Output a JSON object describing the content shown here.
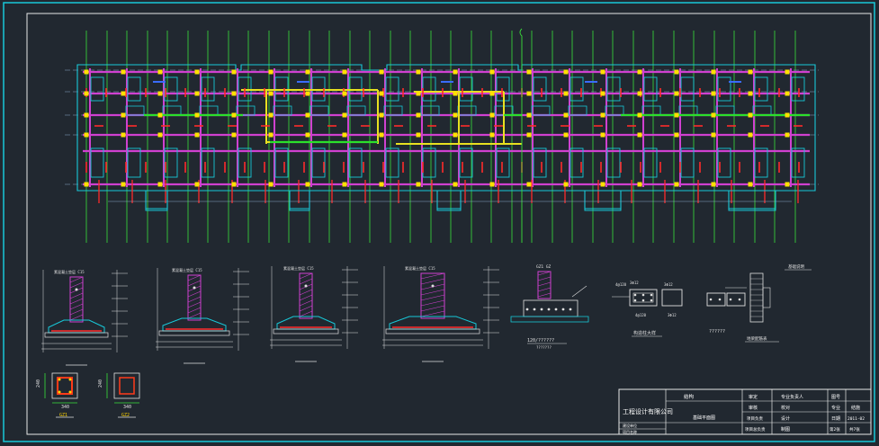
{
  "drawing": {
    "title_block": {
      "company": "工程设计有限公司",
      "rows": [
        [
          "结构",
          "审定",
          "专业负责人",
          "图号",
          ""
        ],
        [
          "",
          "审核",
          "校对",
          "专业",
          "结施"
        ],
        [
          "基础平面图",
          "项目负责",
          "设计",
          "日期",
          "2011-02"
        ],
        [
          "",
          "项目总负责",
          "制图",
          "第2张",
          "共7张"
        ]
      ],
      "stamps": [
        "建设单位",
        "项目名称"
      ]
    },
    "sections": {
      "s1_note": "素混凝土垫层 C15",
      "s2_note": "素混凝土垫层 C15",
      "s3_note": "素混凝土垫层 C15",
      "s4_note": "素混凝土垫层 C15",
      "s5_top": "GZ1 GZ",
      "s5_bottom": "120/??????",
      "s5_sub": "???????",
      "s6_labels": [
        "4@120",
        "3Φ12",
        "3Φ12",
        "4@120",
        "3Φ12"
      ],
      "s6_caption": "构造柱大样",
      "s7_caption": "??????",
      "s8_title": "基础说明",
      "s8_caption": "地梁配筋表",
      "col1_label": "GZ1",
      "col2_label": "GZ2",
      "dim_240": "240",
      "dim_340": "340"
    }
  }
}
